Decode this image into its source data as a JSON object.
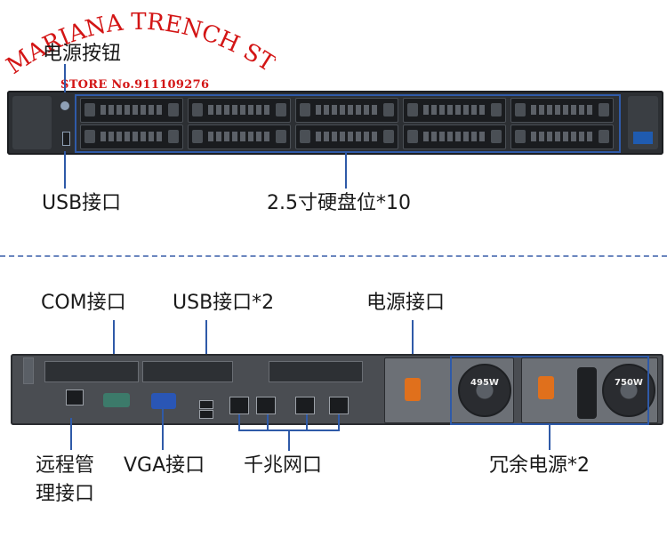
{
  "watermark": {
    "store_name": "MARIANA TRENCH STORE",
    "store_no": "STORE No.911109276",
    "color": "#d31515"
  },
  "front": {
    "power_button": "电源按钮",
    "usb_port": "USB接口",
    "drive_bays": "2.5寸硬盘位*10"
  },
  "rear": {
    "com_port": "COM接口",
    "usb_ports": "USB接口*2",
    "power_socket": "电源接口",
    "remote_mgmt_line1": "远程管",
    "remote_mgmt_line2": "理接口",
    "vga_port": "VGA接口",
    "gigabit_ports": "千兆网口",
    "redundant_psu": "冗余电源*2",
    "psu1_rating": "495W",
    "psu2_rating": "750W"
  },
  "colors": {
    "accent_line": "#2f5aa8",
    "psu_handle": "#e0701c"
  }
}
